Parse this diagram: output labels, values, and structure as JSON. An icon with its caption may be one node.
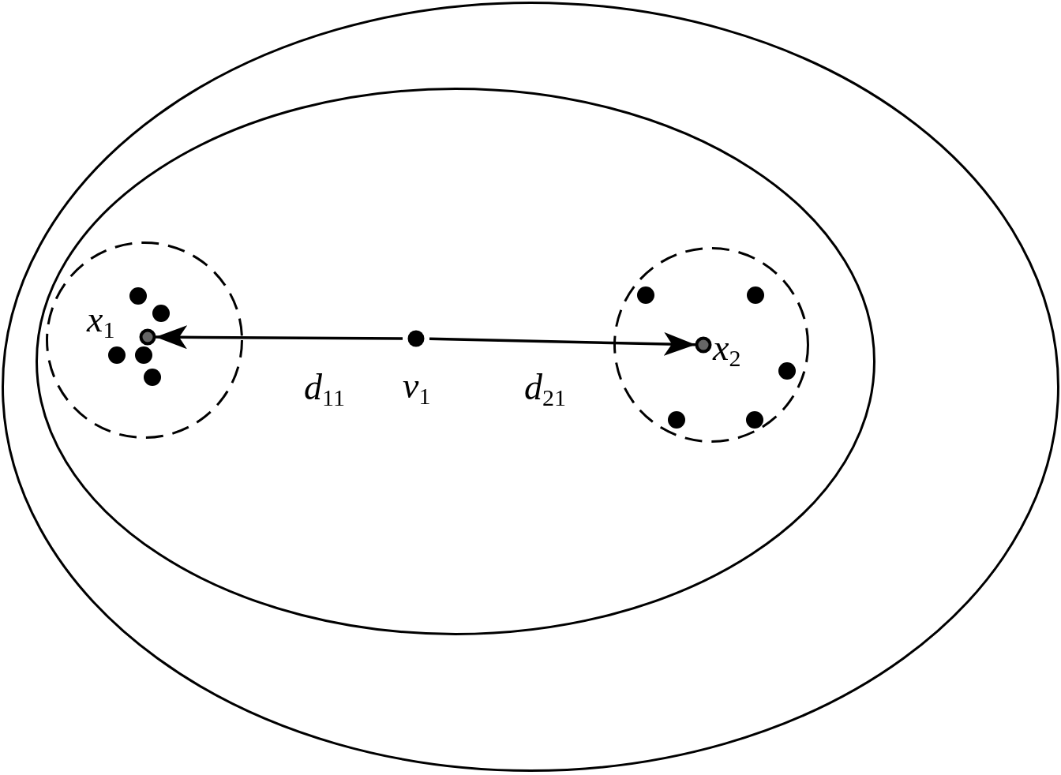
{
  "diagram": {
    "nodes": [
      {
        "text": [],
        "shape": "ellipse"
      },
      {
        "text": [],
        "shape": "ellipse",
        "in": 0
      },
      {
        "text": [],
        "shape": "circle",
        "in": 1
      },
      {
        "text": [
          "*x*$_{1}$"
        ],
        "in": 2
      },
      {
        "text": [],
        "shape": "circle",
        "in": 2
      },
      {
        "text": [],
        "shape": "circle",
        "in": 2
      },
      {
        "text": [],
        "shape": "circle",
        "in": 2
      },
      {
        "text": [],
        "shape": "circle",
        "in": 2
      },
      {
        "text": [],
        "shape": "circle",
        "in": 2
      },
      {
        "text": [
          "*v*$_{1}$"
        ],
        "in": 1
      },
      {
        "text": [],
        "shape": "circle",
        "in": 1
      },
      {
        "text": [
          "*x*$_{2}$"
        ],
        "in": 10
      },
      {
        "text": [],
        "shape": "circle",
        "in": 10
      },
      {
        "text": [],
        "shape": "circle",
        "in": 10
      },
      {
        "text": [],
        "shape": "circle",
        "in": 10
      },
      {
        "text": [],
        "shape": "circle",
        "in": 10
      },
      {
        "text": [],
        "shape": "circle",
        "in": 10
      }
    ],
    "edges": [
      {
        "from": 9,
        "to": 3,
        "arrow": "to",
        "label": "*d*$_{11}$"
      },
      {
        "from": 9,
        "to": 11,
        "arrow": "to",
        "label": "*d*$_{21}$"
      }
    ]
  }
}
